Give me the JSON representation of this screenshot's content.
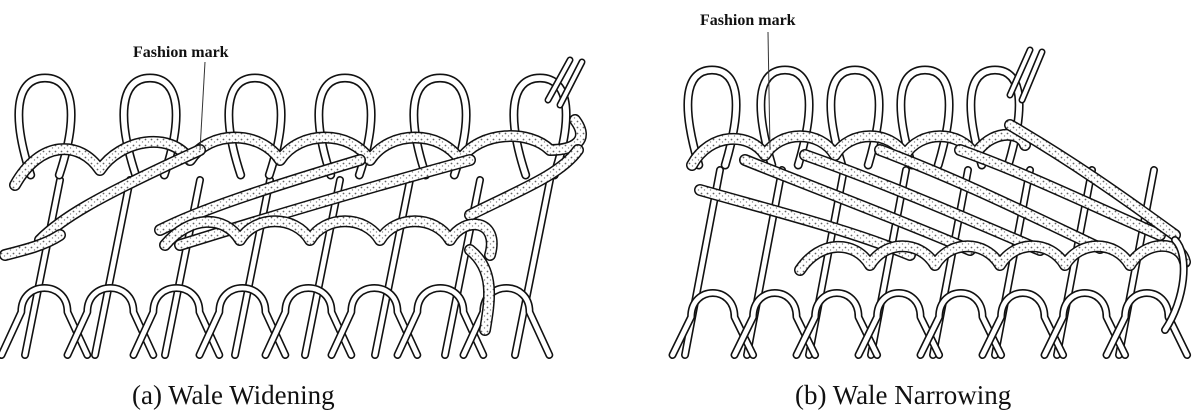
{
  "panel_a": {
    "callout": "Fashion mark",
    "caption": "(a) Wale Widening"
  },
  "panel_b": {
    "callout": "Fashion mark",
    "caption": "(b) Wale Narrowing"
  },
  "colors": {
    "ink": "#111111",
    "paper": "#ffffff",
    "stipple": "#8a8a8a"
  }
}
